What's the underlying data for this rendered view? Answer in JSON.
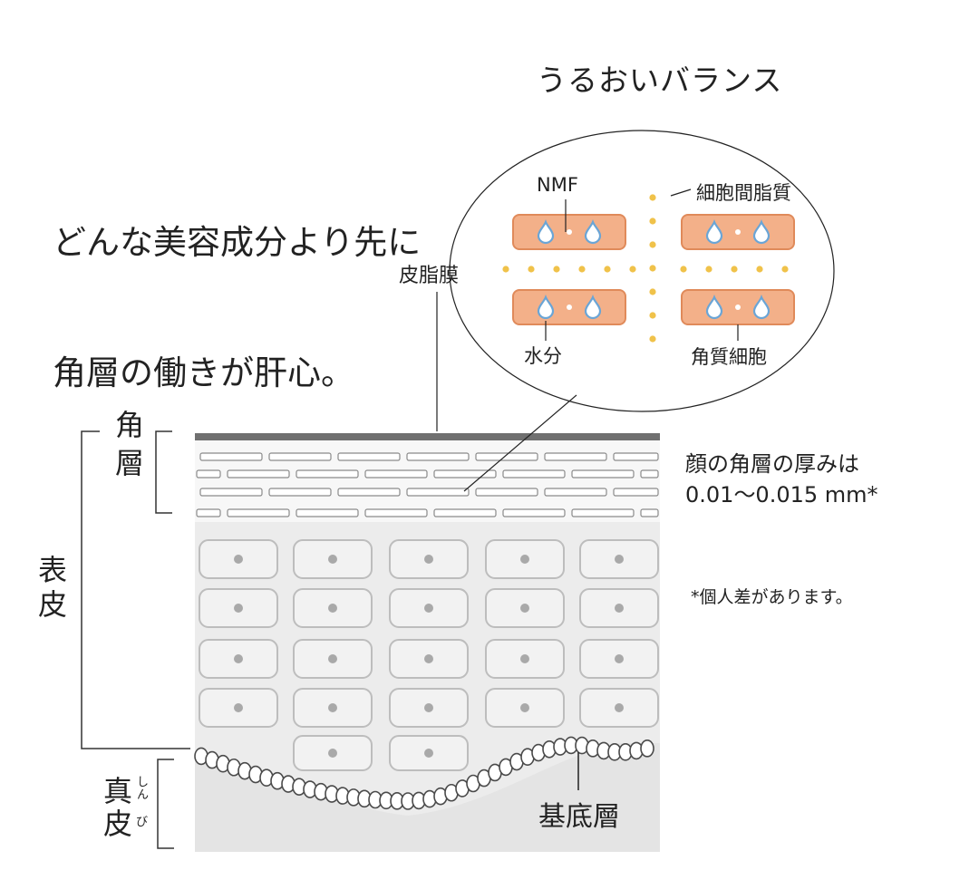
{
  "headline": [
    "どんな美容成分より先に",
    "角層の働きが肝心。"
  ],
  "balance_title": "うるおいバランス",
  "thickness_note": [
    "顔の角層の厚みは",
    "0.01〜0.015 mm*"
  ],
  "footnote": "*個人差があります。",
  "labels": {
    "sebum_film": "皮脂膜",
    "nmf": "NMF",
    "intercellular_lipid": "細胞間脂質",
    "water": "水分",
    "corneocyte": "角質細胞",
    "stratum_corneum": [
      "角",
      "層"
    ],
    "epidermis": [
      "表",
      "皮"
    ],
    "dermis": [
      "真",
      "皮"
    ],
    "dermis_ruby": [
      "し",
      "ん",
      "び"
    ],
    "basal_layer": "基底層"
  },
  "colors": {
    "skin_background": "#ececec",
    "cell_fill": "#f2f2f2",
    "cell_stroke": "#bdbdbd",
    "corneocyte_fill": "#f3b089",
    "corneocyte_stroke": "#e08a5a",
    "lipid_dot": "#f0c24a",
    "droplet": "#6aa5d6"
  }
}
